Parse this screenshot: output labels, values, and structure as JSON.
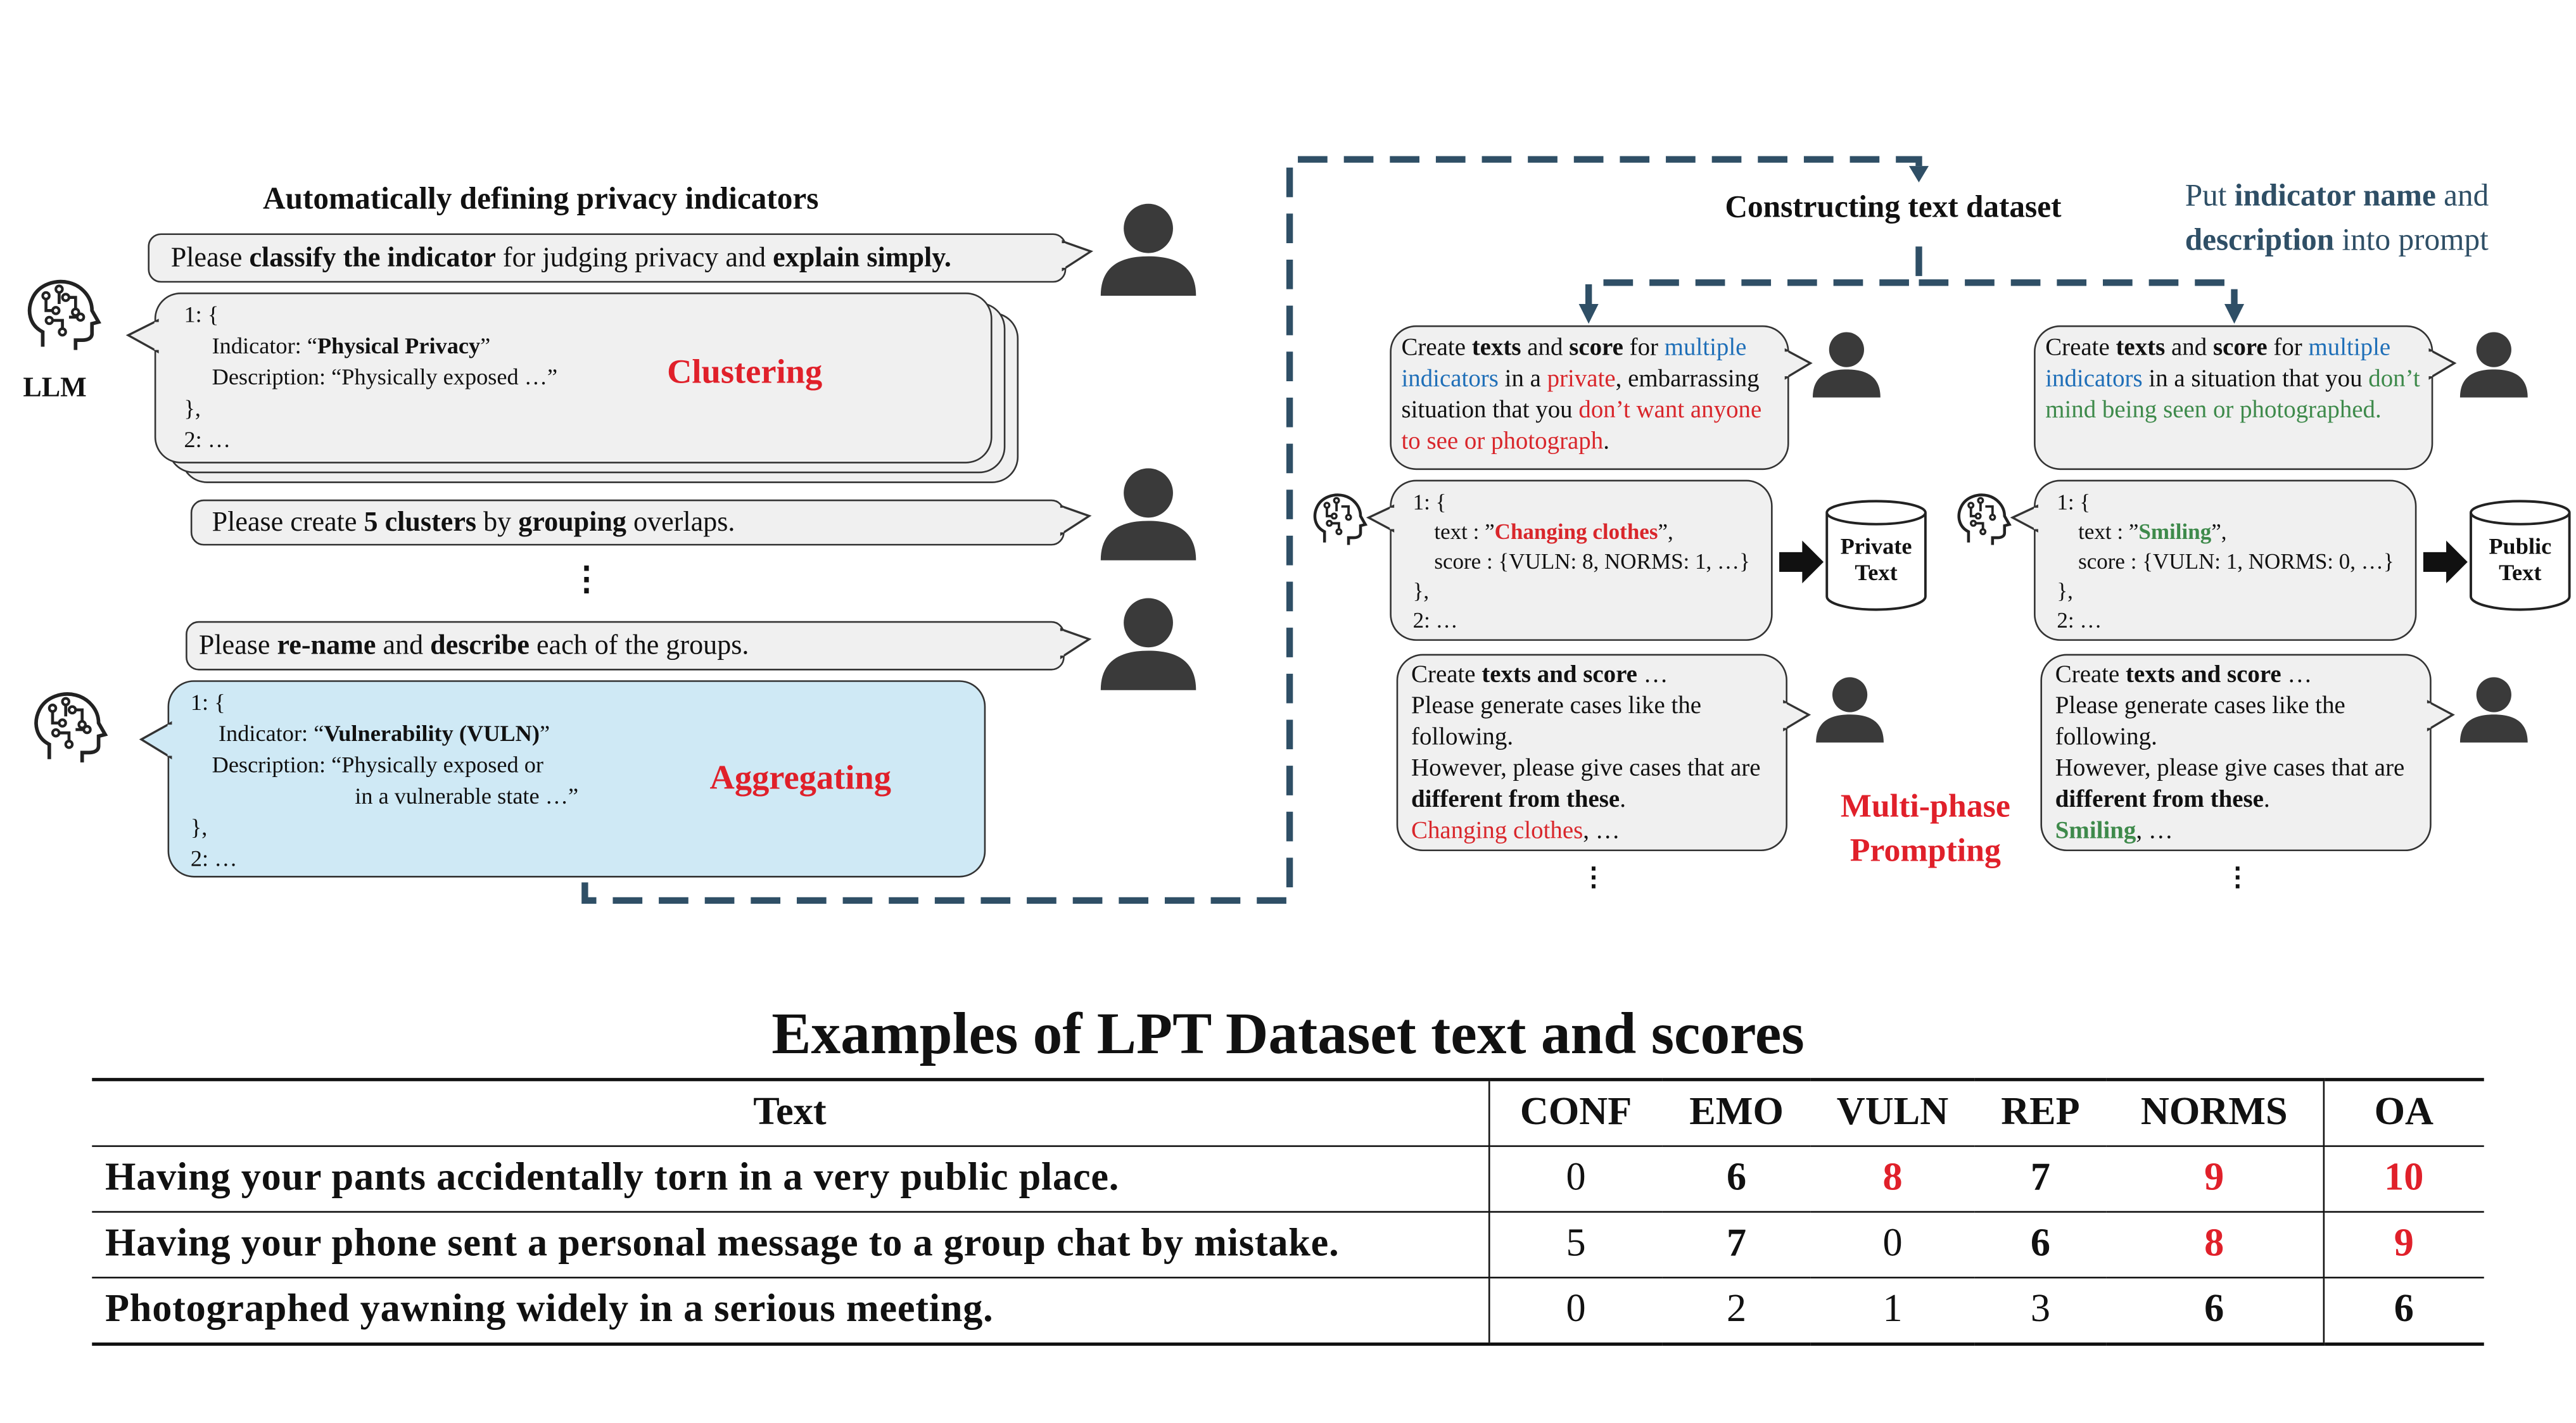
{
  "left_panel": {
    "title": "Automatically defining privacy indicators",
    "llm_label": "LLM",
    "prompt1": {
      "pre": "Please ",
      "b1": "classify the indicator",
      "mid": " for judging privacy and ",
      "b2": "explain",
      "post": " simply."
    },
    "response1": {
      "line1": "1: {",
      "line2_pre": "Indicator: “",
      "line2_b": "Physical Privacy",
      "line2_post": "”",
      "line3": "Description: “Physically exposed …”",
      "line4": "},",
      "line5": "2: …"
    },
    "clustering_label": "Clustering",
    "prompt2": {
      "pre": "Please create ",
      "b1": "5 clusters",
      "mid": " by ",
      "b2": "grouping",
      "post": " overlaps."
    },
    "ellipsis": "⋮",
    "prompt3": {
      "pre": "Please ",
      "b1": "re-name",
      "mid": " and ",
      "b2": "describe",
      "post": " each of the groups."
    },
    "response2": {
      "line1": "1: {",
      "line2_pre": "Indicator: “",
      "line2_b": "Vulnerability (VULN)",
      "line2_post": "”",
      "line3": "Description: “Physically exposed or",
      "line4": "in a vulnerable state …”",
      "line5": "},",
      "line6": "2: …"
    },
    "aggregating_label": "Aggregating"
  },
  "right_panel": {
    "title": "Constructing text dataset",
    "note": {
      "pre": "Put ",
      "b1": "indicator name",
      "mid": " and ",
      "b2": "description",
      "post": " into prompt"
    },
    "private": {
      "prompt": {
        "t1": "Create ",
        "b1": "texts",
        "t2": " and ",
        "b2": "score",
        "t3": " for ",
        "blue": "multiple indicators",
        "t4": " in a ",
        "red1": "private",
        "t5": ", embarrassing situation that you ",
        "red2": "don’t want anyone to see or photograph",
        "t6": "."
      },
      "response": {
        "l1": "1: {",
        "l2_pre": "text : ”",
        "l2_red": "Changing clothes",
        "l2_post": "”,",
        "l3": "score : {VULN: 8, NORMS: 1, …}",
        "l4": "},",
        "l5": "2: …"
      },
      "db_label_1": "Private",
      "db_label_2": "Text",
      "followup": {
        "l1_pre": "Create ",
        "l1_b1": "texts and score",
        "l1_post": " …",
        "l2": "Please generate cases like the following.",
        "l3": "However, please give cases that are ",
        "l3_b": "different from these",
        "l3_post": ".",
        "l4_red": "Changing clothes",
        "l4_post": ", …"
      }
    },
    "public": {
      "prompt": {
        "t1": "Create ",
        "b1": "texts",
        "t2": " and ",
        "b2": "score",
        "t3": " for ",
        "blue": "multiple indicators",
        "t4": " in a situation that you ",
        "green": "don’t mind being seen or photographed."
      },
      "response": {
        "l1": "1: {",
        "l2_pre": "text : ”",
        "l2_green": "Smiling",
        "l2_post": "”,",
        "l3": "score : {VULN: 1, NORMS: 0, …}",
        "l4": "},",
        "l5": "2: …"
      },
      "db_label_1": "Public",
      "db_label_2": "Text",
      "followup": {
        "l1_pre": "Create ",
        "l1_b1": "texts and score",
        "l1_post": " …",
        "l2": "Please generate cases like the following.",
        "l3": "However, please give cases that are ",
        "l3_b": "different from these",
        "l3_post": ".",
        "l4_green": "Smiling",
        "l4_post": ", …"
      }
    },
    "multiphase_1": "Multi-phase",
    "multiphase_2": "Prompting",
    "ellipsis": "⋮"
  },
  "table": {
    "title": "Examples of LPT Dataset text and scores",
    "columns": [
      "Text",
      "CONF",
      "EMO",
      "VULN",
      "REP",
      "NORMS",
      "OA"
    ],
    "rows": [
      {
        "text": "Having your pants accidentally torn in a very public place.",
        "scores": [
          "0",
          "6",
          "8",
          "7",
          "9",
          "10"
        ]
      },
      {
        "text": "Having your phone sent a personal message to a group chat by mistake.",
        "scores": [
          "5",
          "7",
          "0",
          "6",
          "8",
          "9"
        ]
      },
      {
        "text": "Photographed yawning widely in a serious meeting.",
        "scores": [
          "0",
          "2",
          "1",
          "3",
          "6",
          "6"
        ]
      }
    ],
    "score_styles": [
      [
        "normal",
        "bold",
        "red",
        "bold",
        "red",
        "red"
      ],
      [
        "normal",
        "bold",
        "normal",
        "bold",
        "red",
        "red"
      ],
      [
        "normal",
        "normal",
        "normal",
        "normal",
        "bold",
        "bold"
      ]
    ]
  },
  "colors": {
    "dashed_connector": "#2f4f66",
    "aggregating_bubble": "#cfe9f5",
    "bubble_gray": "#f0f0f0",
    "highlight_red": "#e0202a",
    "highlight_blue": "#1f6fb8",
    "highlight_green": "#3e8a4b",
    "note_color": "#2f4f66"
  }
}
